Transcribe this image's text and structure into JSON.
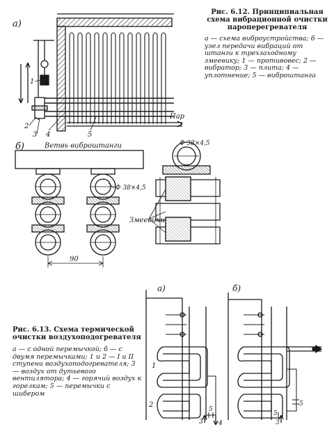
{
  "figure_6_12": {
    "caption_title": "Рис. 6.12. Принципиальная схема вибрационной очистки пароперегревателя",
    "caption_body": "а — схема виброустройства; б — узел передачи вибраций от штанги к трехзаходному змеевику; 1 — противовес; 2 — вибратор; 3 — плита; 4 — уплотнение; 5 — виброштанга",
    "panel_a": "а)",
    "panel_b": "б)",
    "steam_label": "Пар",
    "rod_branch_label": "Ветвь виброштанги",
    "coil_label": "Змеевики",
    "pipe_dim_1": "Ф 38×4,5",
    "pipe_dim_2": "Ф 38×4,5",
    "pitch_dim": "90",
    "callout_1": "1",
    "callout_2": "2",
    "callout_3": "3",
    "callout_4": "4",
    "callout_5": "5"
  },
  "figure_6_13": {
    "caption_title": "Рис. 6.13. Схема термической очистки воздухоподогревателя",
    "caption_body": "а — с одной перемычкой; б — с двумя перемычками; 1 и 2 — I и II ступени воздухоподогревателя; 3 — воздух от дутьевого вентилятора; 4 — горячий воздух к горелкам; 5 — перемычки с шибером",
    "panel_a": "а)",
    "panel_b": "б)",
    "a_callout_1": "1",
    "a_callout_2": "2",
    "a_callout_3": "3",
    "a_callout_4": "4",
    "a_callout_5": "5",
    "b_callout_3": "3",
    "b_callout_5a": "5",
    "b_callout_5b": "5"
  },
  "colors": {
    "ink": "#1a1a1a",
    "paper": "#ffffff"
  }
}
